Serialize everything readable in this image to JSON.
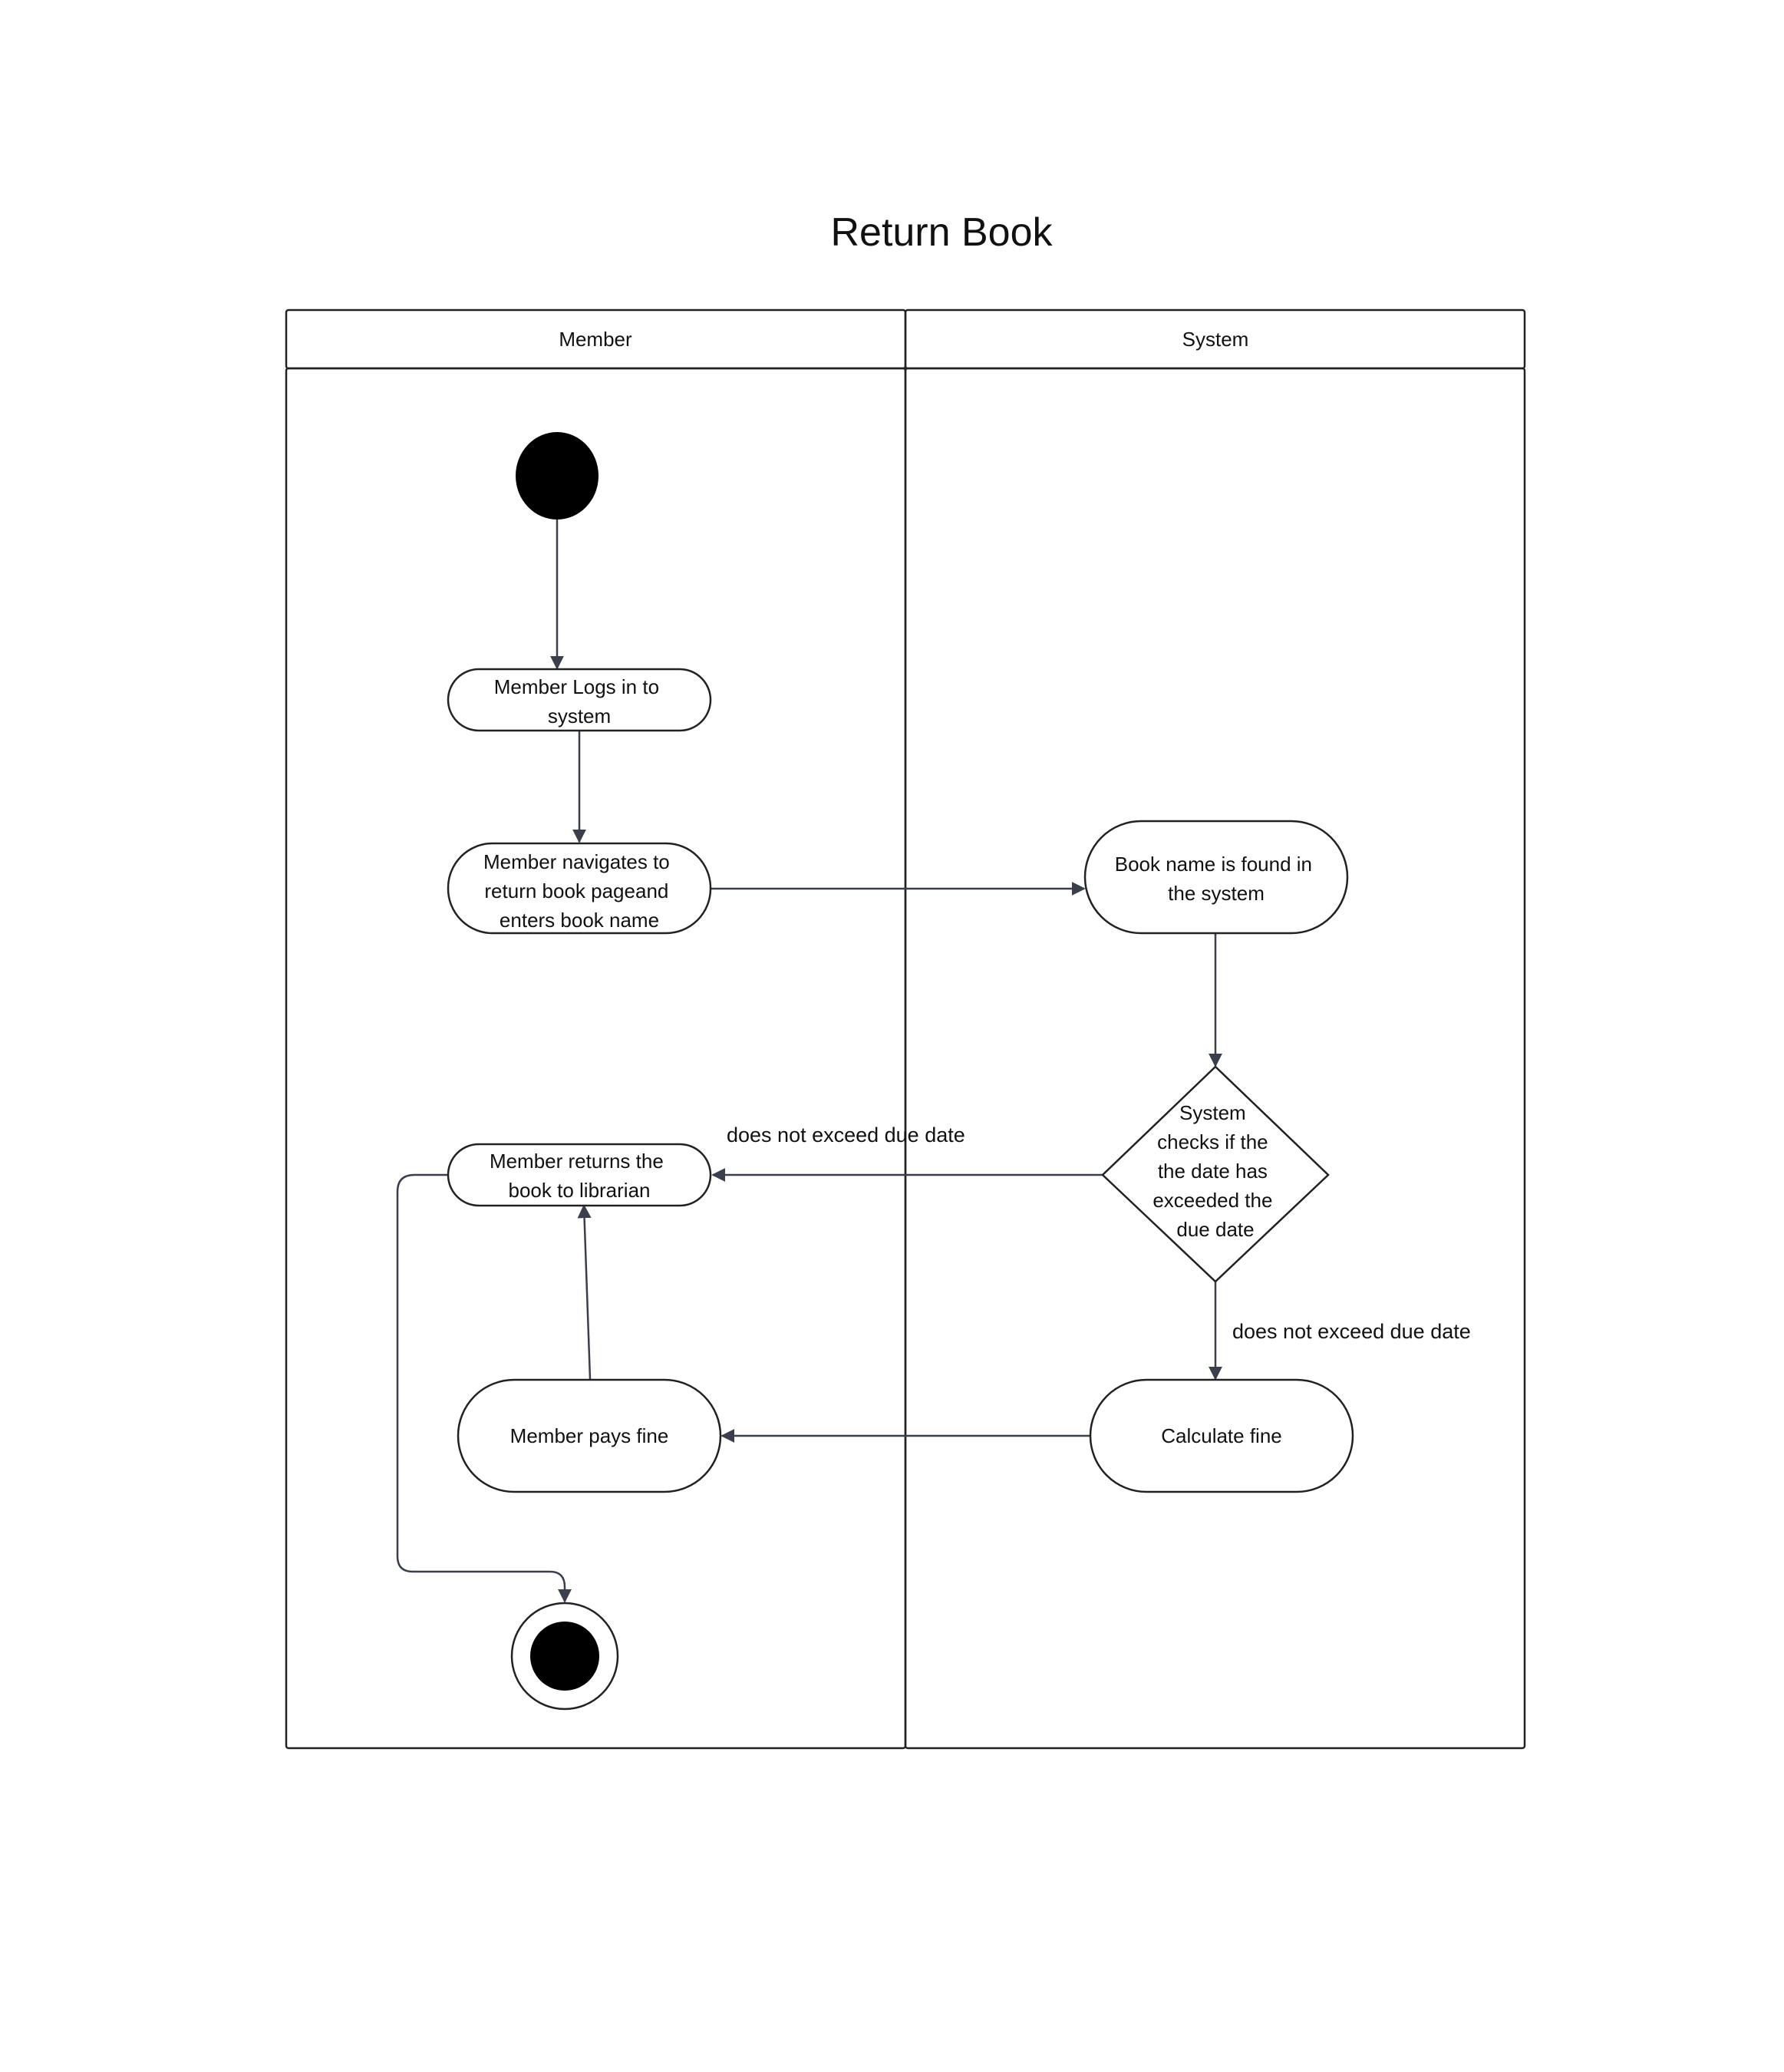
{
  "title": "Return Book",
  "lanes": [
    {
      "id": "member",
      "label": "Member"
    },
    {
      "id": "system",
      "label": "System"
    }
  ],
  "nodes": {
    "login": {
      "lines": [
        "Member Logs in to",
        "system"
      ]
    },
    "navigate": {
      "lines": [
        "Member navigates to",
        "return book pageand",
        "enters book name"
      ]
    },
    "found": {
      "lines": [
        "Book name is found in",
        "the system"
      ]
    },
    "decision": {
      "lines": [
        "System",
        "checks if the",
        "the date has",
        "exceeded the",
        "due date"
      ]
    },
    "returns": {
      "lines": [
        "Member returns the",
        "book to librarian"
      ]
    },
    "pays": {
      "lines": [
        "Member pays fine"
      ]
    },
    "calculate": {
      "lines": [
        "Calculate fine"
      ]
    }
  },
  "edge_labels": {
    "decision_to_returns": "does not exceed due date",
    "decision_to_calculate": "does not exceed due date"
  }
}
